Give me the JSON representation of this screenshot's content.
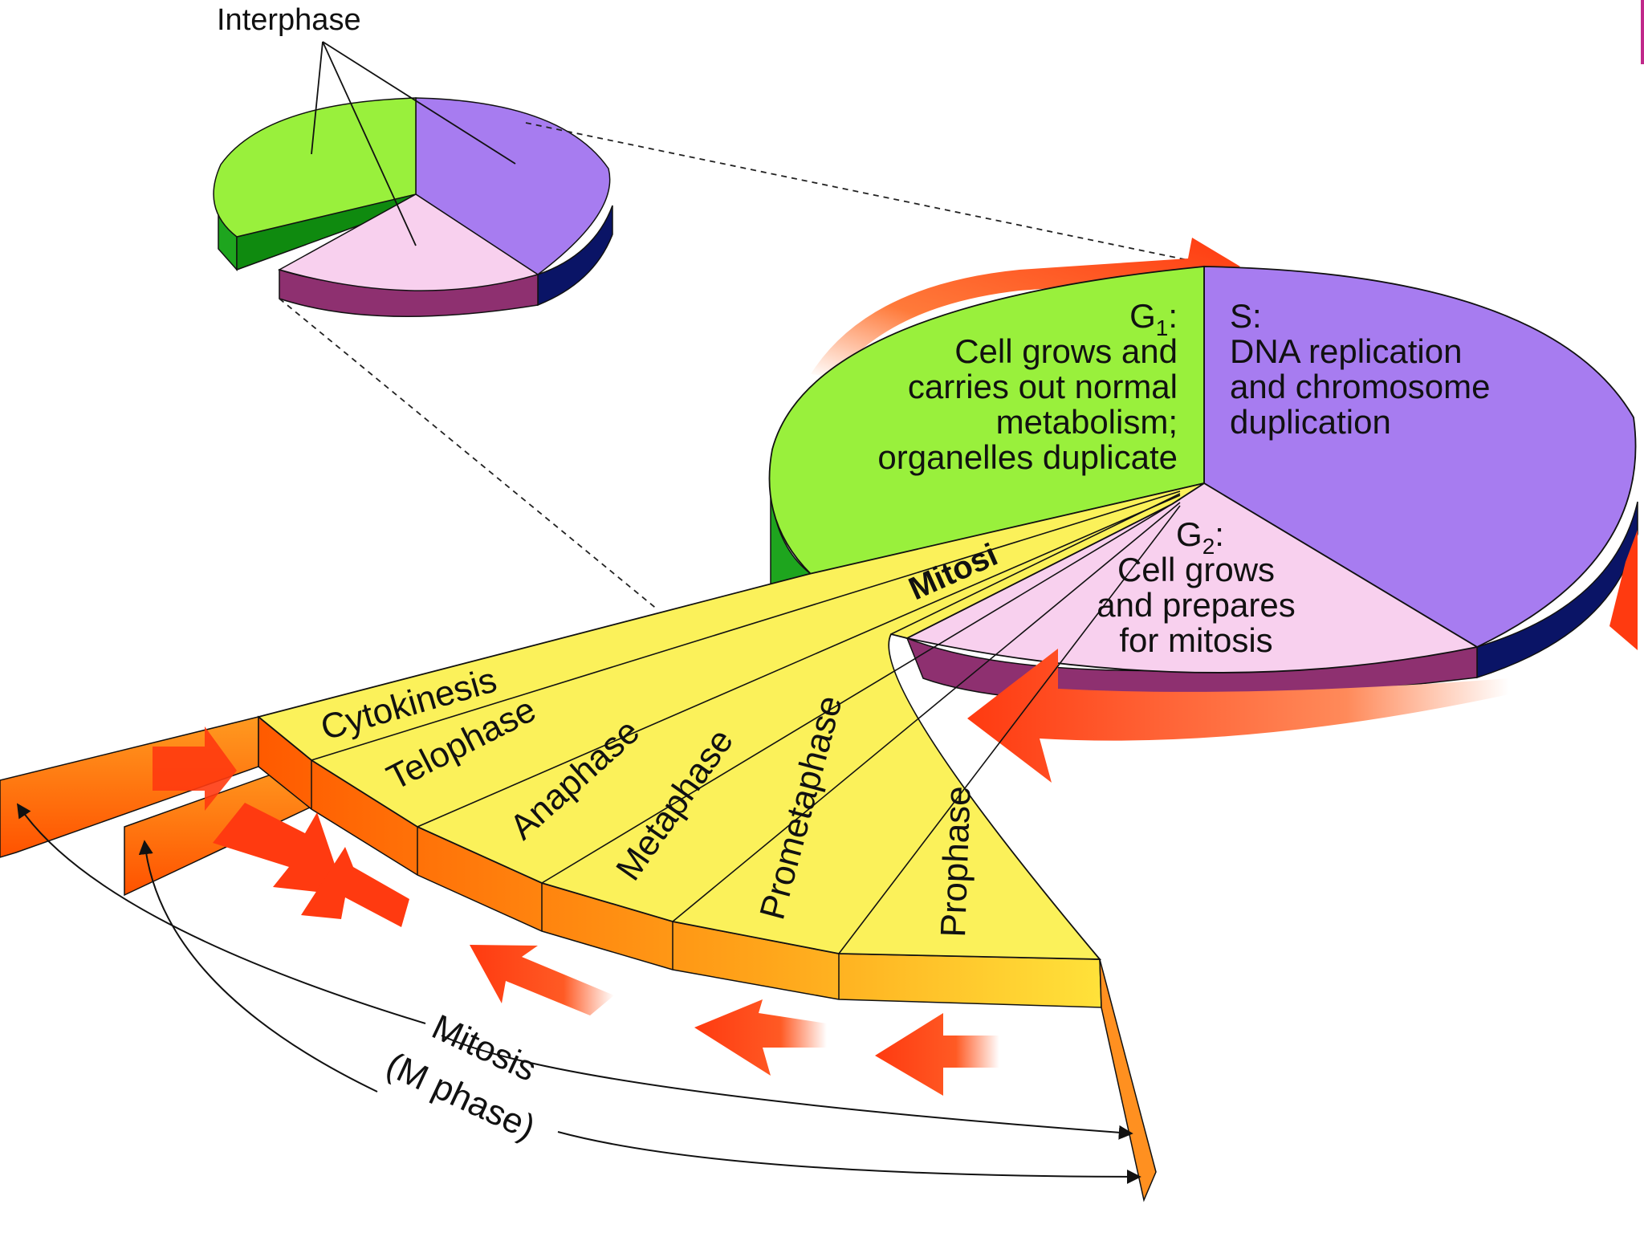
{
  "interphase_label": "Interphase",
  "g1": {
    "title": "G",
    "sub": "1",
    "colon": ":",
    "lines": [
      "Cell grows and",
      "carries out normal",
      "metabolism;",
      "organelles duplicate"
    ]
  },
  "s": {
    "title": "S:",
    "lines": [
      "DNA replication",
      "and chromosome",
      "duplication"
    ]
  },
  "g2": {
    "title": "G",
    "sub": "2",
    "colon": ":",
    "lines": [
      "Cell grows",
      "and prepares",
      "for mitosis"
    ]
  },
  "mitosis_small": "Mitosi",
  "phases": [
    "Cytokinesis",
    "Telophase",
    "Anaphase",
    "Metaphase",
    "Prometaphase",
    "Prophase"
  ],
  "arc_label": {
    "line1": "Mitosis",
    "line2": "(M phase)"
  },
  "colors": {
    "g1": "#99f03c",
    "s": "#a77cf0",
    "g2": "#f8d0ee",
    "g1_side": "#1ea51e",
    "s_side": "#0a1466",
    "g2_side": "#8e3070",
    "wedge": "#fbf15a",
    "arrow": "#ff3a10"
  }
}
